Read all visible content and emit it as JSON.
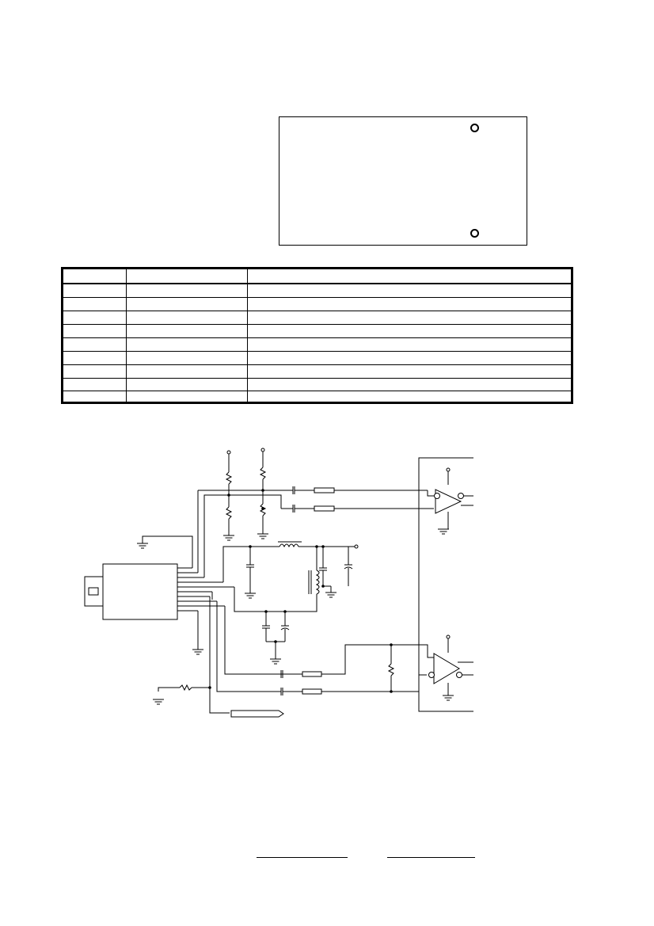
{
  "document": {
    "figure_module_outline": {
      "shape": "rectangle",
      "holes": 2
    },
    "pin_table": {
      "columns": 3,
      "rows": 9
    },
    "schematic": {
      "blocks": [
        "connector",
        "transformer",
        "receiver-buffer",
        "driver-buffer"
      ]
    },
    "signature_lines": 2
  }
}
